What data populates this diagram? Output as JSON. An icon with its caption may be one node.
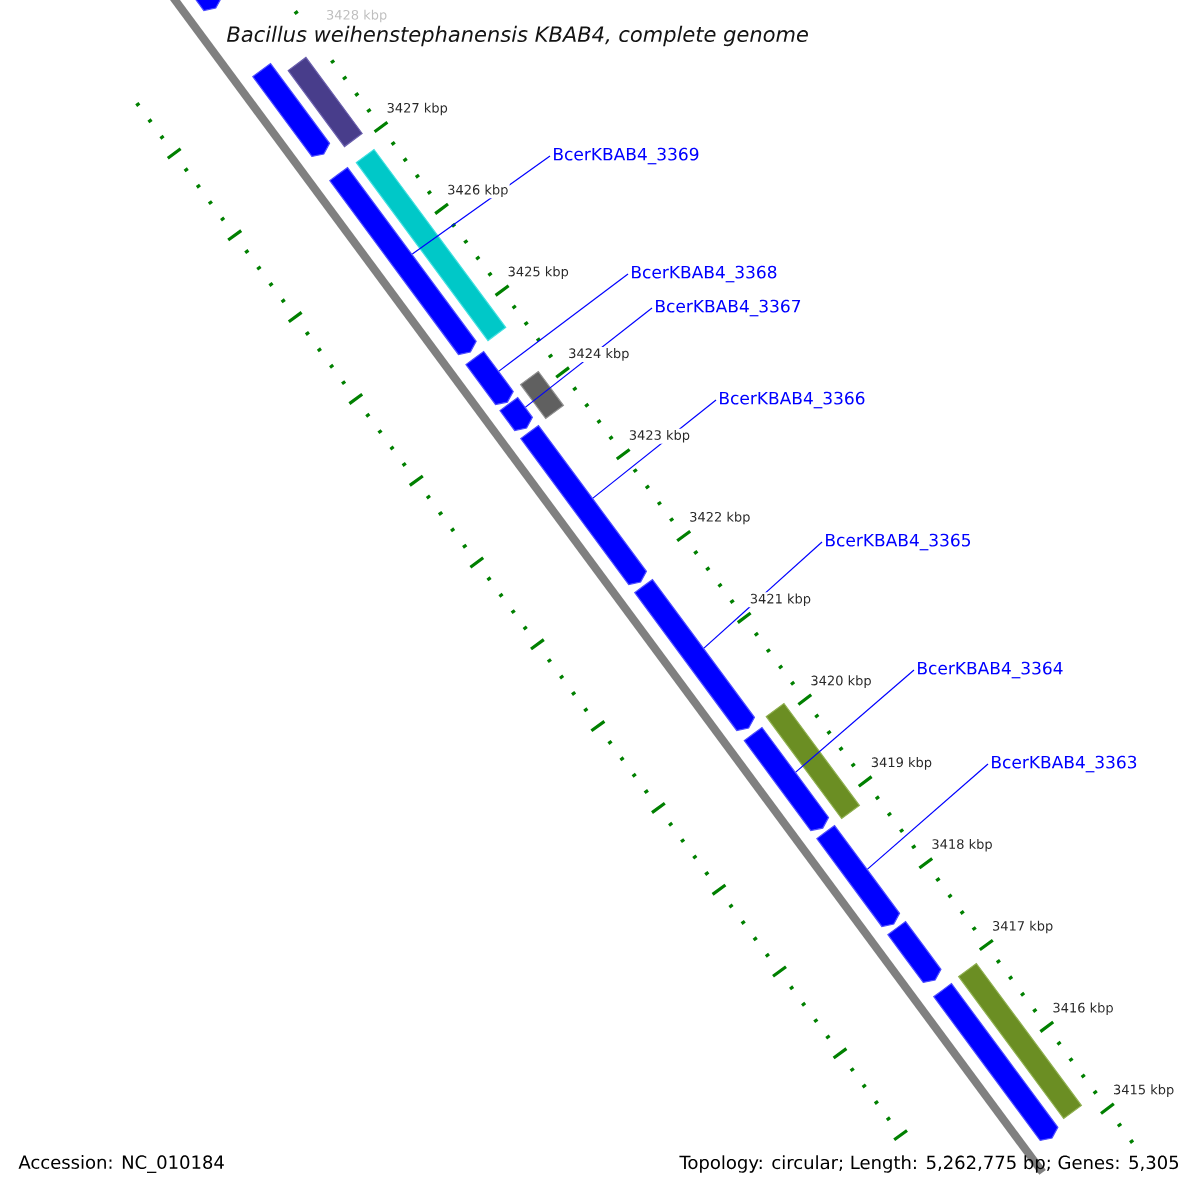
{
  "diagram": {
    "title": "Bacillus weihenstephanensis KBAB4, complete genome",
    "nodes": [
      {
        "text": [
          "BcerKBAB4_3369"
        ]
      },
      {
        "text": [
          "BcerKBAB4_3368"
        ]
      },
      {
        "text": [
          "BcerKBAB4_3367"
        ]
      },
      {
        "text": [
          "BcerKBAB4_3366"
        ]
      },
      {
        "text": [
          "BcerKBAB4_3365"
        ]
      },
      {
        "text": [
          "BcerKBAB4_3364"
        ]
      },
      {
        "text": [
          "BcerKBAB4_3363"
        ]
      },
      {
        "text": [],
        "shape": "arrow"
      },
      {
        "text": [],
        "shape": "bar"
      },
      {
        "text": [],
        "shape": "arrow"
      },
      {
        "text": [],
        "shape": "bar"
      },
      {
        "text": [],
        "shape": "arrow"
      },
      {
        "text": [],
        "shape": "arrow"
      },
      {
        "text": [],
        "shape": "bar"
      },
      {
        "text": [],
        "shape": "arrow"
      },
      {
        "text": [],
        "shape": "arrow"
      },
      {
        "text": [],
        "shape": "arrow"
      },
      {
        "text": [],
        "shape": "bar"
      },
      {
        "text": [],
        "shape": "arrow"
      },
      {
        "text": [],
        "shape": "arrow"
      },
      {
        "text": [],
        "shape": "arrow"
      },
      {
        "text": [],
        "shape": "bar"
      },
      {
        "text": [],
        "shape": "arrow"
      }
    ],
    "edges": [
      {
        "from": 0,
        "to": 11,
        "arrow": "none"
      },
      {
        "from": 1,
        "to": 12,
        "arrow": "none"
      },
      {
        "from": 2,
        "to": 14,
        "arrow": "none"
      },
      {
        "from": 3,
        "to": 15,
        "arrow": "none"
      },
      {
        "from": 4,
        "to": 16,
        "arrow": "none"
      },
      {
        "from": 5,
        "to": 18,
        "arrow": "none"
      },
      {
        "from": 6,
        "to": 19,
        "arrow": "none"
      }
    ],
    "labels": [
      "3428 kbp",
      "3427 kbp",
      "3426 kbp",
      "3425 kbp",
      "3424 kbp",
      "3423 kbp",
      "3422 kbp",
      "3421 kbp",
      "3420 kbp",
      "3419 kbp",
      "3418 kbp",
      "3417 kbp",
      "3416 kbp",
      "3415 kbp",
      "Accession: NC_010184",
      "Topology: circular; Length: 5,262,775 bp; Genes: 5,305"
    ]
  }
}
